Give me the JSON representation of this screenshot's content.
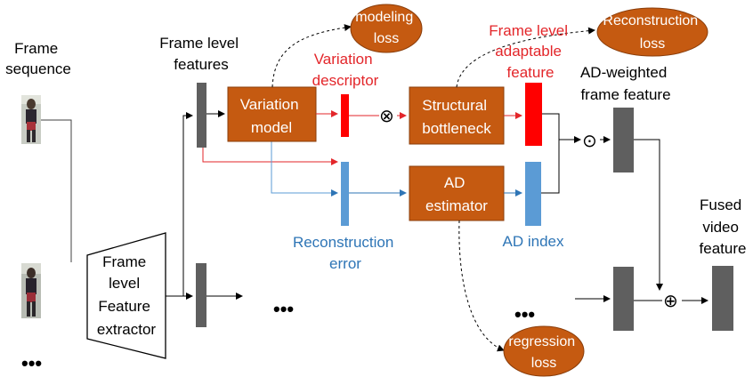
{
  "labels": {
    "frame_sequence": [
      "Frame",
      "sequence"
    ],
    "frame_level_features": [
      "Frame level",
      "features"
    ],
    "variation_descriptor": [
      "Variation",
      "descriptor"
    ],
    "frame_level_adaptable_feature": [
      "Frame level",
      "adaptable",
      "feature"
    ],
    "ad_weighted_frame_feature": [
      "AD-weighted",
      "frame feature"
    ],
    "reconstruction_error": [
      "Reconstruction",
      "error"
    ],
    "ad_index": "AD index",
    "fused_video_feature": [
      "Fused",
      "video",
      "feature"
    ]
  },
  "boxes": {
    "variation_model": [
      "Variation",
      "model"
    ],
    "structural_bottleneck": [
      "Structural",
      "bottleneck"
    ],
    "ad_estimator": [
      "AD",
      "estimator"
    ],
    "feature_extractor": [
      "Frame",
      "level",
      "Feature",
      "extractor"
    ]
  },
  "ovals": {
    "modeling_loss": [
      "modeling",
      "loss"
    ],
    "reconstruction_loss": [
      "Reconstruction",
      "loss"
    ],
    "regression_loss": [
      "regression",
      "loss"
    ]
  },
  "operators": {
    "multiply": "⊗",
    "dot": "⊙",
    "plus": "⊕"
  },
  "ellipses": {
    "frames": "•••",
    "features": "•••",
    "weighted": "•••"
  },
  "colors": {
    "box_fill": "#c55a11",
    "red": "#ff0000",
    "blue": "#5b9bd5",
    "gray": "#5f5f5f"
  }
}
